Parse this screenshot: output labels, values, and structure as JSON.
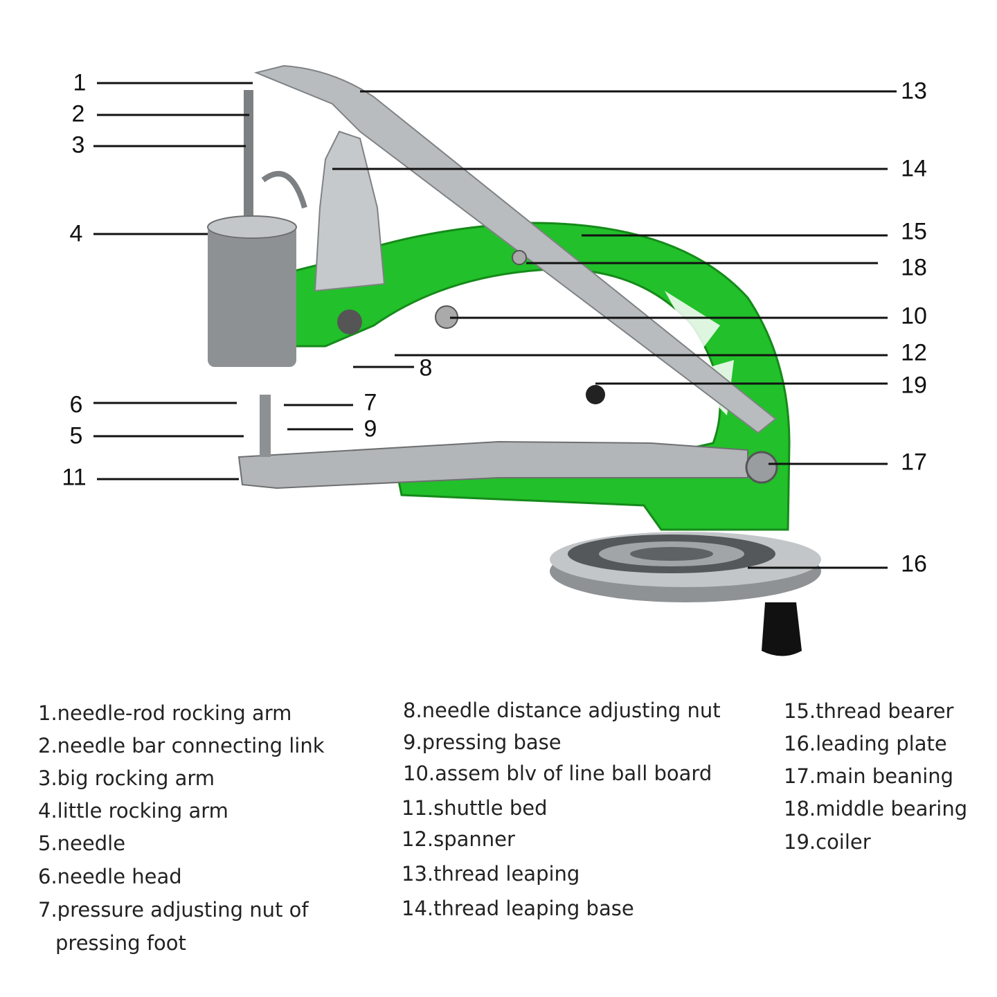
{
  "callouts": [
    "1",
    "2",
    "3",
    "4",
    "5",
    "6",
    "7",
    "8",
    "9",
    "10",
    "11",
    "12",
    "13",
    "14",
    "15",
    "16",
    "17",
    "18",
    "19"
  ],
  "legend": {
    "col1": [
      "1.needle-rod rocking arm",
      "2.needle bar connecting link",
      "3.big rocking arm",
      "4.little rocking arm",
      "5.needle",
      "6.needle head",
      "7.pressure adjusting nut of",
      "pressing foot"
    ],
    "col2": [
      "8.needle distance adjusting nut",
      "9.pressing base",
      "10.assem blv of line ball board",
      "11.shuttle bed",
      "12.spanner",
      "13.thread leaping",
      "14.thread leaping base"
    ],
    "col3": [
      "15.thread bearer",
      "16.leading plate",
      "17.main beaning",
      "18.middle bearing",
      "19.coiler"
    ]
  },
  "colors": {
    "body_green": "#22c02a",
    "metal": "#b9bcbe",
    "dark_metal": "#6d6f70",
    "handle": "#111111"
  }
}
